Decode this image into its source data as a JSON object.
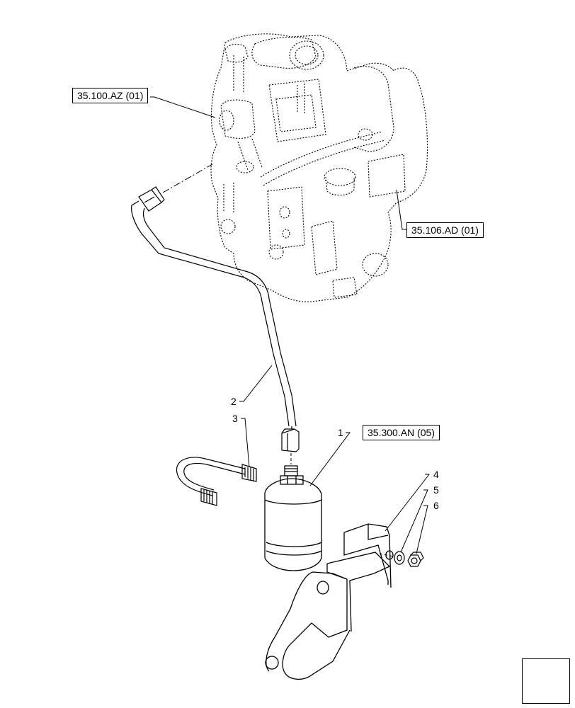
{
  "references": {
    "ref_35_100_az": "35.100.AZ (01)",
    "ref_35_106_ad": "35.106.AD (01)",
    "ref_35_300_an": "35.300.AN (05)"
  },
  "callouts": {
    "c1": "1",
    "c2": "2",
    "c3": "3",
    "c4": "4",
    "c5": "5",
    "c6": "6"
  },
  "icons": {
    "navigation": "next-page-arrow-icon"
  },
  "colors": {
    "line": "#000000",
    "background": "#ffffff"
  }
}
